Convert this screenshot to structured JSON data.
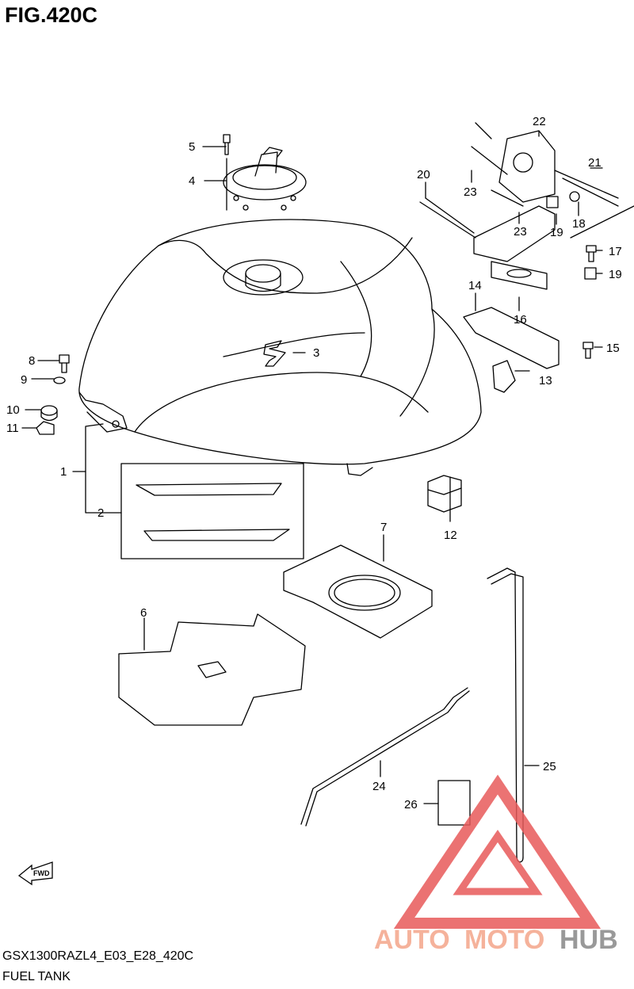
{
  "figure": {
    "title": "FIG.420C"
  },
  "footer": {
    "code": "GSX1300RAZL4_E03_E28_420C",
    "name": "FUEL TANK"
  },
  "callouts": [
    "1",
    "2",
    "3",
    "4",
    "5",
    "6",
    "7",
    "8",
    "9",
    "10",
    "11",
    "12",
    "13",
    "14",
    "15",
    "16",
    "17",
    "18",
    "19",
    "19",
    "20",
    "21",
    "22",
    "23",
    "23",
    "24",
    "25",
    "26"
  ],
  "fwd_label": "FWD",
  "watermark": {
    "part1": "AUTO",
    "part2": "MOTO",
    "part3": "HUB",
    "color_main": "#f4a58a",
    "color_hub": "#888888",
    "color_triangle": "#e85a5a"
  }
}
